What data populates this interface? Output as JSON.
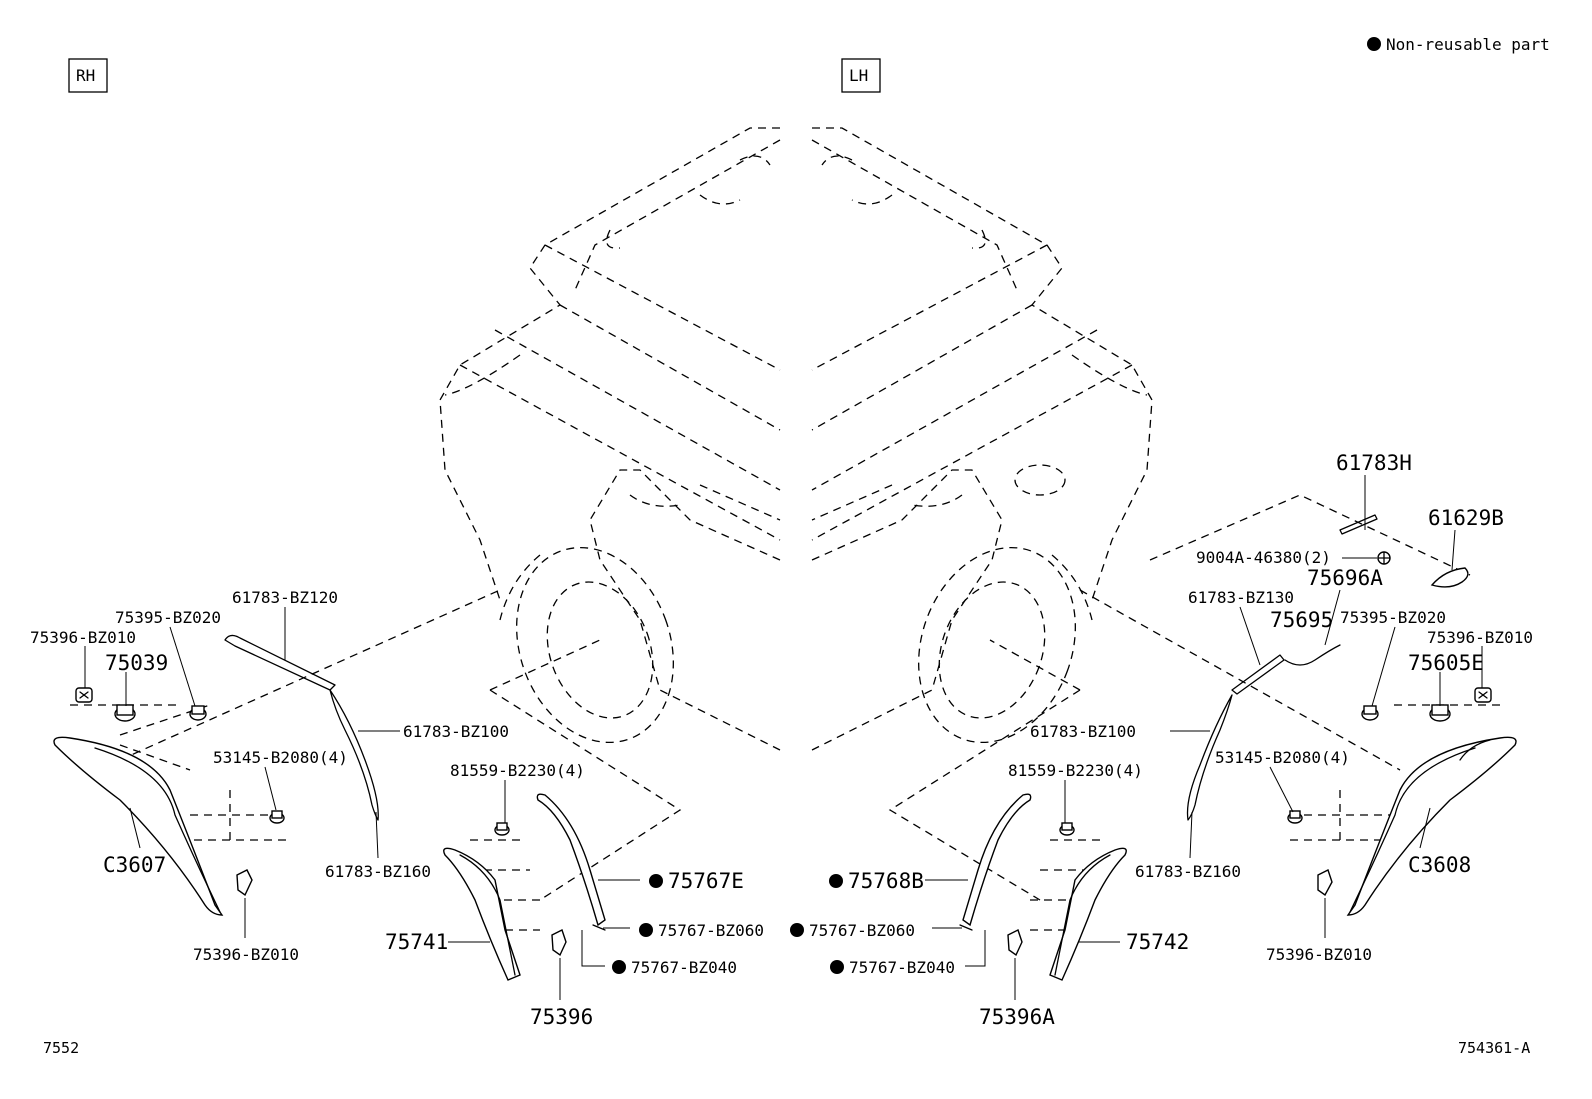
{
  "legend": {
    "text": "Non-reusable part"
  },
  "boxes": {
    "rh": "RH",
    "lh": "LH"
  },
  "footer": {
    "left": "7552",
    "right": "754361-A"
  },
  "labels": {
    "p61783_bz120": "61783-BZ120",
    "p75395_bz020_r": "75395-BZ020",
    "p75396_bz010_r_top": "75396-BZ010",
    "p75039": "75039",
    "p61783_bz100_r": "61783-BZ100",
    "p53145_r": "53145-B2080(4)",
    "pC3607": "C3607",
    "p61783_bz160_r": "61783-BZ160",
    "p75396_bz010_r_bot": "75396-BZ010",
    "p81559_r": "81559-B2230(4)",
    "p75767E": "75767E",
    "p75767_bz060_r": "75767-BZ060",
    "p75767_bz040_r": "75767-BZ040",
    "p75741": "75741",
    "p75396": "75396",
    "p61783H": "61783H",
    "p9004A": "9004A-46380(2)",
    "p61629B": "61629B",
    "p61783_bz130": "61783-BZ130",
    "p75696A": "75696A",
    "p75695": "75695",
    "p75395_bz020_l": "75395-BZ020",
    "p75396_bz010_l_top": "75396-BZ010",
    "p75605E": "75605E",
    "p61783_bz100_l": "61783-BZ100",
    "p53145_l": "53145-B2080(4)",
    "pC3608": "C3608",
    "p61783_bz160_l": "61783-BZ160",
    "p75396_bz010_l_bot": "75396-BZ010",
    "p81559_l": "81559-B2230(4)",
    "p75768B": "75768B",
    "p75767_bz060_l": "75767-BZ060",
    "p75767_bz040_l": "75767-BZ040",
    "p75742": "75742",
    "p75396A": "75396A"
  }
}
